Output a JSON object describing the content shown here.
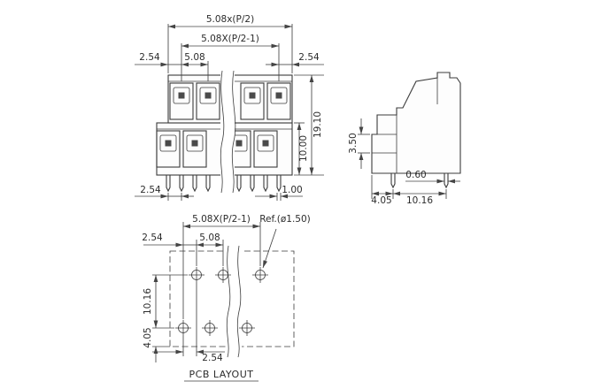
{
  "front_view": {
    "dim_outer_pitch": "5.08x(P/2)",
    "dim_inner_pitch": "5.08X(P/2-1)",
    "dim_left_margin": "2.54",
    "dim_pitch": "5.08",
    "dim_right_margin": "2.54",
    "dim_lower_height": "10.00",
    "dim_total_height": "19.10",
    "dim_pin_offset": "2.54",
    "dim_pin_width": "1.00"
  },
  "side_view": {
    "dim_step_height": "3.50",
    "dim_pin_thickness": "0.60",
    "dim_edge_to_pin": "4.05",
    "dim_pin_spacing": "10.16"
  },
  "pcb_layout": {
    "label": "PCB LAYOUT",
    "dim_inner_pitch": "5.08X(P/2-1)",
    "dim_stagger": "2.54",
    "dim_pitch": "5.08",
    "dim_hole_ref": "Ref.(ø1.50)",
    "dim_row_spacing": "10.16",
    "dim_edge_offset": "4.05",
    "dim_stagger_bottom": "2.54"
  }
}
